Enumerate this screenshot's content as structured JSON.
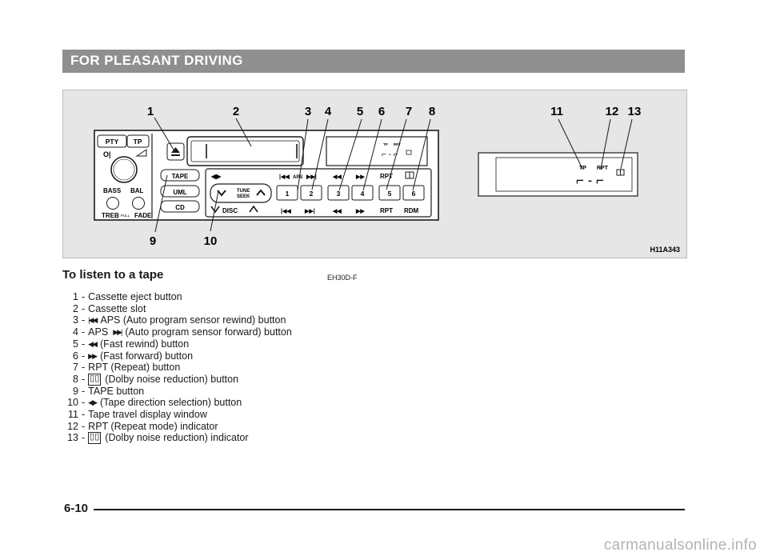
{
  "header": {
    "title": "FOR PLEASANT DRIVING"
  },
  "figure": {
    "code": "H11A343",
    "callouts": [
      "1",
      "2",
      "3",
      "4",
      "5",
      "6",
      "7",
      "8",
      "9",
      "10",
      "11",
      "12",
      "13"
    ],
    "panel": {
      "left_buttons": {
        "pty": "PTY",
        "tp": "TP",
        "bass": "BASS",
        "bal": "BAL",
        "treb": "TREB",
        "pull": "PULL",
        "fade": "FADE"
      },
      "mode_buttons": [
        "TAPE",
        "UML",
        "CD"
      ],
      "tape_row": {
        "aps": "APS",
        "rpt": "RPT"
      },
      "tune": {
        "line1": "TUNE",
        "line2": "SEEK"
      },
      "presets": [
        "1",
        "2",
        "3",
        "4",
        "5",
        "6"
      ],
      "disc_row": {
        "disc": "DISC",
        "rpt": "RPT",
        "rdm": "RDM"
      },
      "small_display": {
        "tp": "TP",
        "rpt": "RPT"
      },
      "big_display": {
        "tp": "TP",
        "rpt": "RPT"
      }
    }
  },
  "section": {
    "title": "To listen to a tape",
    "code": "EH30D-F"
  },
  "legend": [
    {
      "num": "1",
      "icon": "",
      "text": "Cassette eject button"
    },
    {
      "num": "2",
      "icon": "",
      "text": "Cassette slot"
    },
    {
      "num": "3",
      "icon": "rewind-to-start-icon",
      "text": "APS (Auto program sensor rewind) button"
    },
    {
      "num": "4",
      "icon": "skip-forward-icon",
      "prefix": "APS",
      "text": "(Auto program sensor forward) button"
    },
    {
      "num": "5",
      "icon": "fast-rewind-icon",
      "text": "(Fast rewind) button"
    },
    {
      "num": "6",
      "icon": "fast-forward-icon",
      "text": "(Fast forward) button"
    },
    {
      "num": "7",
      "icon": "",
      "text": "RPT (Repeat) button"
    },
    {
      "num": "8",
      "icon": "dolby-icon",
      "text": "(Dolby noise reduction) button"
    },
    {
      "num": "9",
      "icon": "",
      "text": "TAPE button"
    },
    {
      "num": "10",
      "icon": "direction-icon",
      "text": "(Tape direction selection) button"
    },
    {
      "num": "11",
      "icon": "",
      "text": "Tape travel display window"
    },
    {
      "num": "12",
      "icon": "",
      "text": "RPT (Repeat mode) indicator"
    },
    {
      "num": "13",
      "icon": "dolby-icon",
      "text": "(Dolby noise reduction) indicator"
    }
  ],
  "footer": {
    "page": "6-10"
  },
  "watermark": "carmanualsonline.info"
}
